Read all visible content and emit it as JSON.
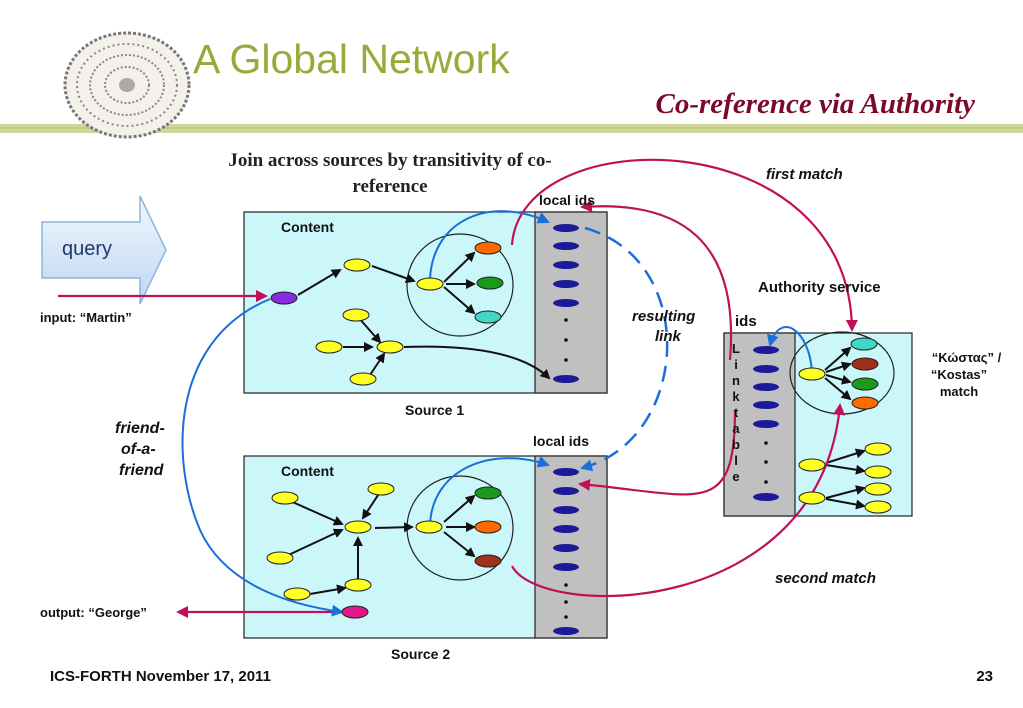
{
  "header": {
    "title": "A Global Network",
    "subtitle": "Co-reference via Authority"
  },
  "diagram": {
    "heading": "Join across sources by transitivity of co-reference",
    "query_label": "query",
    "input_label": "input: “Martin”",
    "output_label": "output: “George”",
    "friend_label_1": "friend-",
    "friend_label_2": "of-a-",
    "friend_label_3": "friend",
    "source1": {
      "content_label": "Content",
      "ids_label": "local ids",
      "name": "Source 1"
    },
    "source2": {
      "content_label": "Content",
      "ids_label": "local ids",
      "name": "Source 2"
    },
    "resulting_link_1": "resulting",
    "resulting_link_2": "link",
    "first_match": "first match",
    "second_match": "second match",
    "authority": {
      "title": "Authority service",
      "ids_label": "ids",
      "link_table_letters": "L i n k   t a b l e",
      "match_line_1": "“Κώστας” /",
      "match_line_2": "“Kostas”",
      "match_line_3": "match"
    }
  },
  "footer": {
    "left": "ICS-FORTH November 17, 2011",
    "page": "23"
  },
  "colors": {
    "title": "#9aaa3a",
    "subtitle": "#7a0a2a",
    "box_fill": "#ccf7fa",
    "ids_column": "#c0c0c0",
    "magenta_link": "#c0105a",
    "blue_link": "#1a6fd8"
  }
}
